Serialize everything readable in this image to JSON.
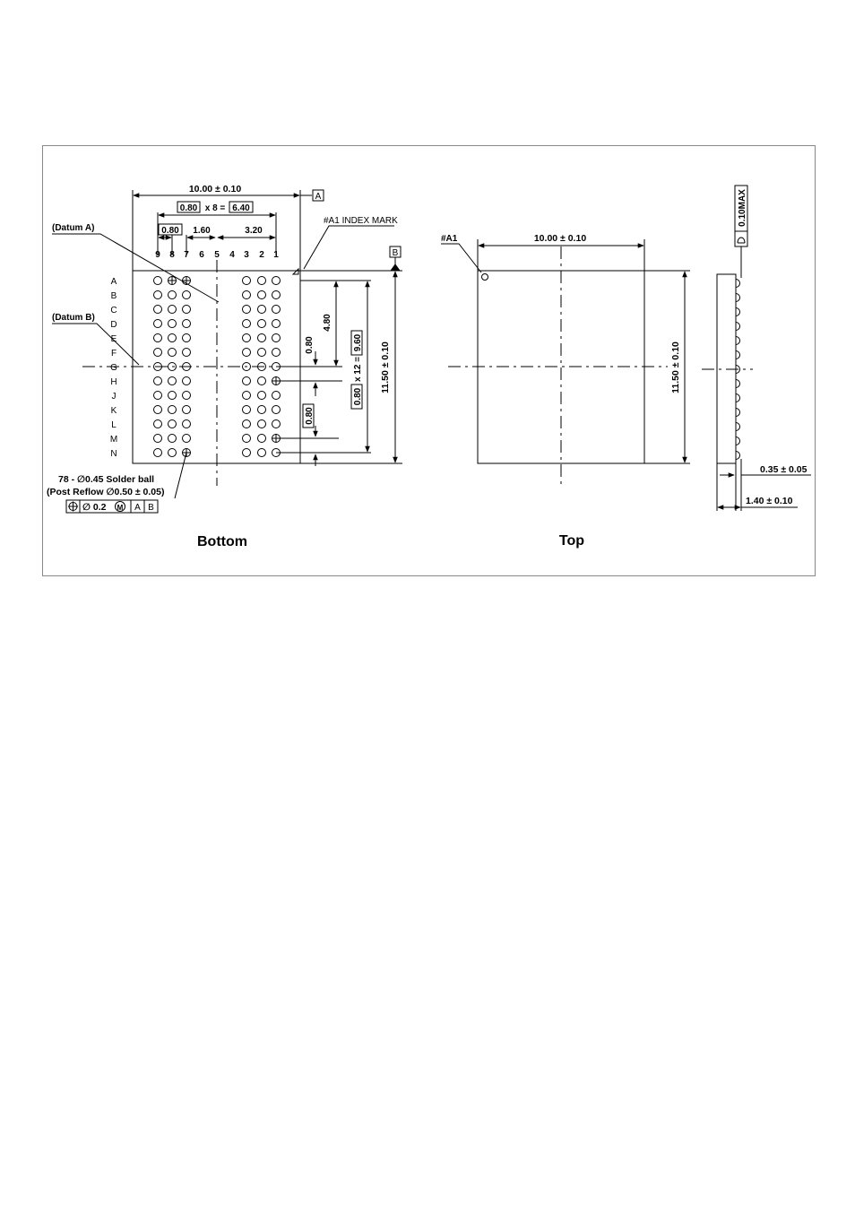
{
  "views": {
    "bottom_label": "Bottom",
    "top_label": "Top"
  },
  "bottom": {
    "width_dim": "10.00 ± 0.10",
    "datum_a_box": "A",
    "datum_b_box": "B",
    "pitch_box": "0.80",
    "pitch_x8": "x 8 =",
    "span_box": "6.40",
    "gap_1_60": "1.60",
    "gap_3_20": "3.20",
    "index_mark": "#A1 INDEX MARK",
    "datum_a_label": "(Datum A)",
    "datum_b_label": "(Datum B)",
    "columns": [
      "9",
      "8",
      "7",
      "6",
      "5",
      "4",
      "3",
      "2",
      "1"
    ],
    "rows": [
      "A",
      "B",
      "C",
      "D",
      "E",
      "F",
      "G",
      "H",
      "J",
      "K",
      "L",
      "M",
      "N"
    ],
    "dim_4_80": "4.80",
    "dim_0_80_a": "0.80",
    "dim_0_80_box": "0.80",
    "dim_0_80_b": "0.80",
    "dim_x12": "x 12 =",
    "dim_9_60": "9.60",
    "height_dim": "11.50 ± 0.10",
    "solder_line1": "78 - ∅0.45 Solder ball",
    "solder_line2": "(Post Reflow ∅0.50 ± 0.05)",
    "fcf_pos": "⌖",
    "fcf_tol": "∅ 0.2",
    "fcf_m": "M",
    "fcf_a": "A",
    "fcf_b": "B"
  },
  "top": {
    "a1_label": "#A1",
    "width_dim": "10.00 ± 0.10",
    "height_dim": "11.50 ± 0.10"
  },
  "side": {
    "flatness": "0.10MAX",
    "ball_height": "0.35 ± 0.05",
    "total_height": "1.40 ± 0.10"
  }
}
